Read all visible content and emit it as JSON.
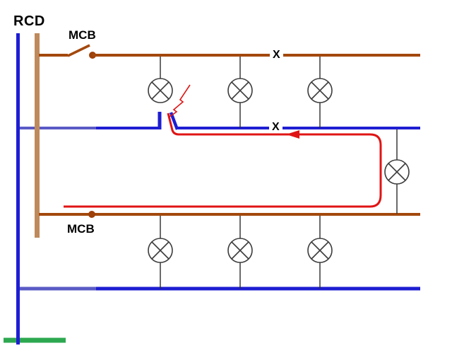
{
  "labels": {
    "rcd": "RCD",
    "mcb_top": "MCB",
    "mcb_bottom": "MCB"
  },
  "fault_marks": {
    "line_x": "X",
    "neutral_x": "X"
  },
  "colors": {
    "brown_line": "#A3480D",
    "brown_dot": "#9E4009",
    "busbar_tan": "#BE8A5C",
    "blue_main": "#1E1ED2",
    "blue_light": "#5A5AC6",
    "fault_red": "#E01414",
    "earth_green": "#2DA850",
    "wire_black": "#2A2A2A",
    "lamp_outline": "#3C3C3C",
    "label_text": "#000000"
  }
}
